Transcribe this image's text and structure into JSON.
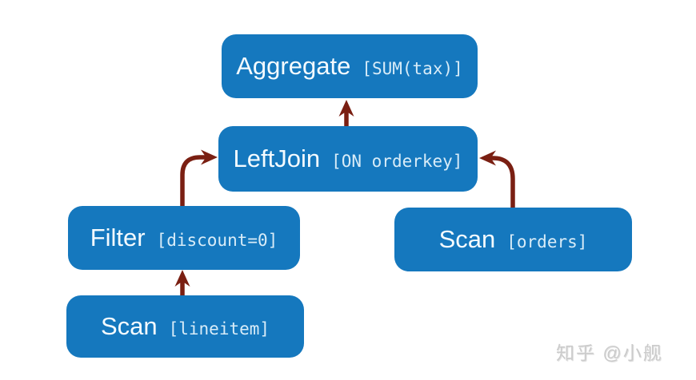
{
  "diagram": {
    "type": "query-plan-tree",
    "nodes": [
      {
        "id": "aggregate",
        "label": "Aggregate",
        "detail": "[SUM(tax)]"
      },
      {
        "id": "leftjoin",
        "label": "LeftJoin",
        "detail": "[ON orderkey]"
      },
      {
        "id": "filter",
        "label": "Filter",
        "detail": "[discount=0]"
      },
      {
        "id": "scan-orders",
        "label": "Scan",
        "detail": "[orders]"
      },
      {
        "id": "scan-lineitem",
        "label": "Scan",
        "detail": "[lineitem]"
      }
    ],
    "edges": [
      {
        "from": "leftjoin",
        "to": "aggregate"
      },
      {
        "from": "filter",
        "to": "leftjoin"
      },
      {
        "from": "scan-orders",
        "to": "leftjoin"
      },
      {
        "from": "scan-lineitem",
        "to": "filter"
      }
    ],
    "colors": {
      "node_fill": "#1578be",
      "label_text": "#f4fbff",
      "detail_text": "#d8ecf8",
      "arrow": "#7a1f12",
      "background": "#ffffff",
      "watermark": "#cbcbcb"
    }
  },
  "watermark": {
    "text": "知乎 @小舰"
  }
}
